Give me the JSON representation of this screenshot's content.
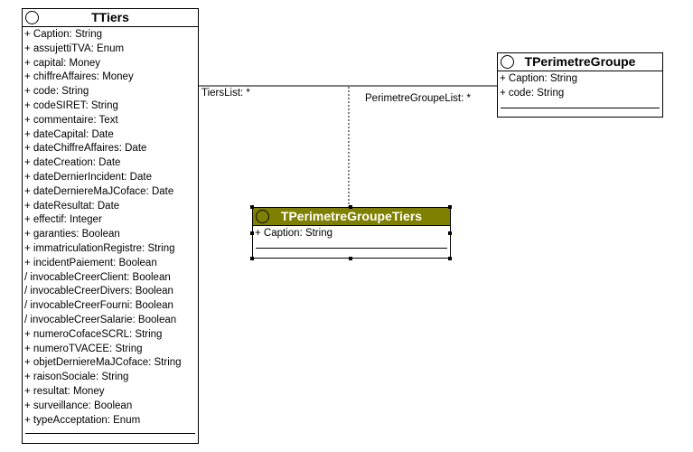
{
  "classes": {
    "ttiers": {
      "name": "TTiers",
      "attributes": [
        "+ Caption: String",
        "+ assujettiTVA: Enum",
        "+ capital: Money",
        "+ chiffreAffaires: Money",
        "+ code: String",
        "+ codeSIRET: String",
        "+ commentaire: Text",
        "+ dateCapital: Date",
        "+ dateChiffreAffaires: Date",
        "+ dateCreation: Date",
        "+ dateDernierIncident: Date",
        "+ dateDerniereMaJCoface: Date",
        "+ dateResultat: Date",
        "+ effectif: Integer",
        "+ garanties: Boolean",
        "+ immatriculationRegistre: String",
        "+ incidentPaiement: Boolean",
        "/ invocableCreerClient: Boolean",
        "/ invocableCreerDivers: Boolean",
        "/ invocableCreerFourni: Boolean",
        "/ invocableCreerSalarie: Boolean",
        "+ numeroCofaceSCRL: String",
        "+ numeroTVACEE: String",
        "+ objetDerniereMaJCoface: String",
        "+ raisonSociale: String",
        "+ resultat: Money",
        "+ surveillance: Boolean",
        "+ typeAcceptation: Enum"
      ]
    },
    "tperimetre_groupe": {
      "name": "TPerimetreGroupe",
      "attributes": [
        "+ Caption: String",
        "+ code: String"
      ]
    },
    "tperimetre_groupe_tiers": {
      "name": "TPerimetreGroupeTiers",
      "attributes": [
        "+ Caption: String"
      ],
      "header_color": "#808000"
    }
  },
  "association": {
    "role_left": "TiersList: *",
    "role_right": "PerimetreGroupeList: *"
  }
}
